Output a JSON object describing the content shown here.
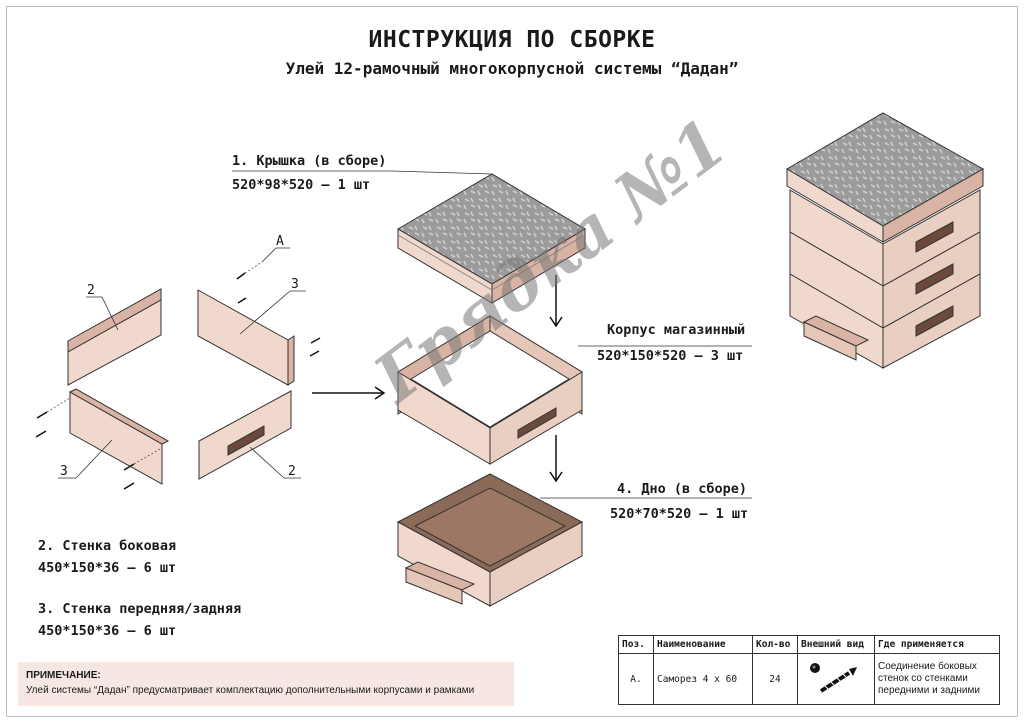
{
  "title": "ИНСТРУКЦИЯ ПО СБОРКЕ",
  "subtitle": "Улей 12-рамочный многокорпусной системы “Дадан”",
  "parts": {
    "lid": {
      "name": "1. Крышка (в сборе)",
      "size": "520*98*520 – 1 шт"
    },
    "body": {
      "name": "Корпус магазинный",
      "size": "520*150*520 – 3 шт"
    },
    "bottom": {
      "name": "4. Дно (в сборе)",
      "size": "520*70*520 – 1 шт"
    },
    "side": {
      "name": "2. Стенка боковая",
      "size": "450*150*36 – 6 шт"
    },
    "front": {
      "name": "3. Стенка передняя/задняя",
      "size": "450*150*36 – 6 шт"
    }
  },
  "callouts": {
    "screw": "A",
    "side": "2",
    "front": "3"
  },
  "note": {
    "heading": "ПРИМЕЧАНИЕ:",
    "text": "Улей системы “Дадан” предусматривает комплектацию дополнительными корпусами и рамками"
  },
  "table": {
    "headers": [
      "Поз.",
      "Наименование",
      "Кол-во",
      "Внешний вид",
      "Где применяется"
    ],
    "rows": [
      {
        "pos": "A.",
        "name": "Саморез 4 х 60",
        "qty": "24",
        "use": "Соединение боковых стенок со стенками передними и задними"
      }
    ]
  },
  "watermark": "Грядка №1",
  "colors": {
    "wood": "#f1d8cc",
    "wood_edge": "#d9b3a3",
    "lid": "#9a9a9a",
    "slot": "#6b4a3c",
    "floor": "#8c6a58"
  }
}
